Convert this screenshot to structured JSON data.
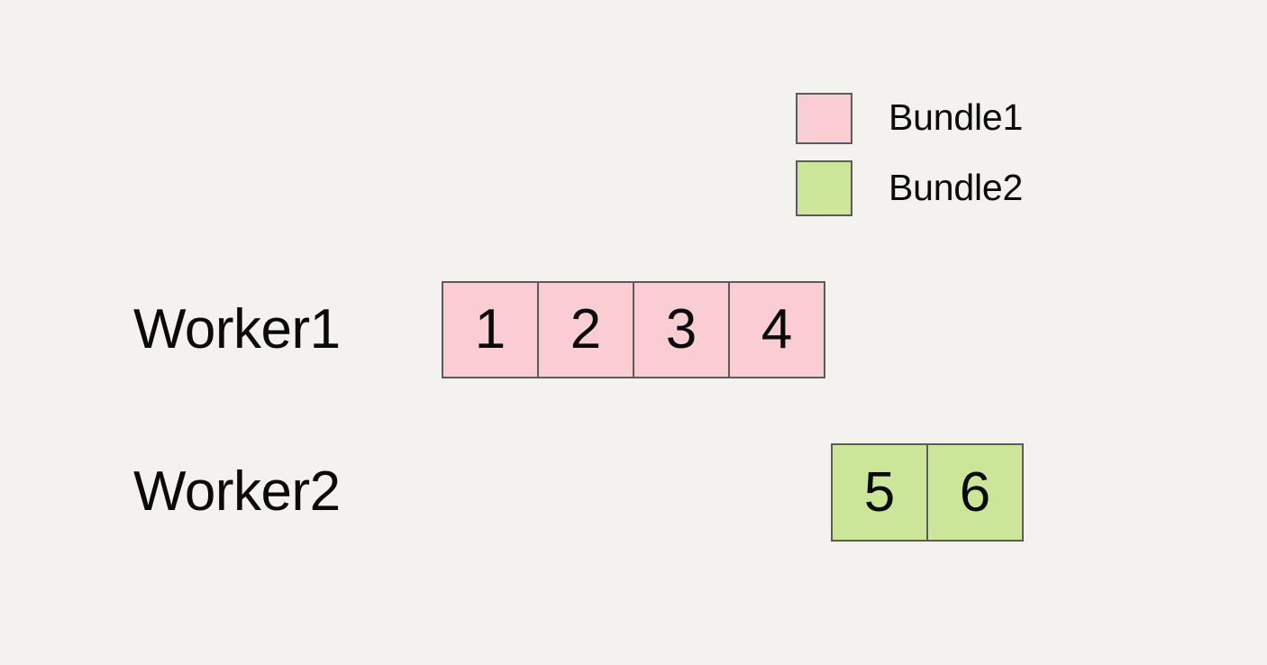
{
  "background_color": "#F3F2EE",
  "legend": {
    "items": [
      {
        "label": "Bundle1",
        "color": "#FACDD2",
        "border_color": "#5b5b5b"
      },
      {
        "label": "Bundle2",
        "color": "#CBE698",
        "border_color": "#5b5b5b"
      }
    ]
  },
  "workers": [
    {
      "label": "Worker1",
      "bundle": "Bundle1",
      "color": "#FACDD2",
      "border_color": "#5b5b5b",
      "tasks": [
        "1",
        "2",
        "3",
        "4"
      ]
    },
    {
      "label": "Worker2",
      "bundle": "Bundle2",
      "color": "#CBE698",
      "border_color": "#5b5b5b",
      "tasks": [
        "5",
        "6"
      ]
    }
  ]
}
